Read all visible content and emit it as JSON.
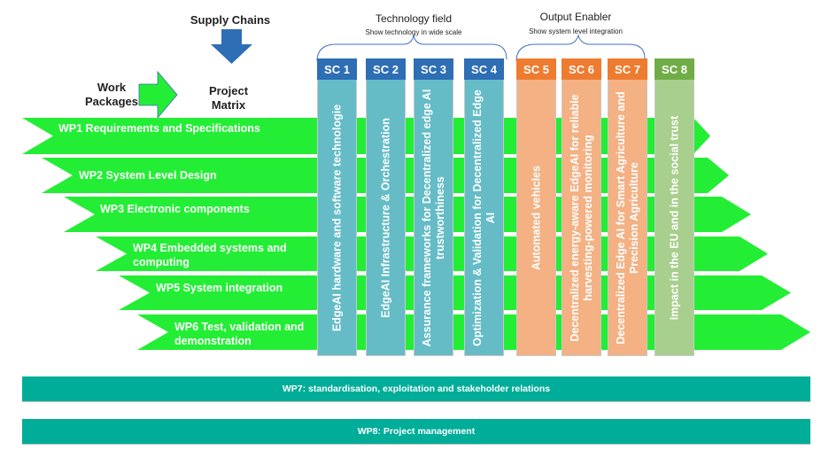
{
  "colors": {
    "wp_arrow": "#23ee35",
    "supply_arrow": "#2e6eb5",
    "tech_header": "#2e6eb5",
    "tech_body": "#65bcc7",
    "output_header": "#ee7c30",
    "output_body": "#f3b184",
    "impact_header": "#70ad47",
    "impact_body": "#a8cf8d",
    "bottom_bar": "#00ad99",
    "bracket": "#4472c4"
  },
  "labels": {
    "supply_chains": "Supply Chains",
    "work_packages": "Work\nPackages",
    "project_matrix": "Project\nMatrix"
  },
  "groups": {
    "technology": {
      "title": "Technology field",
      "subtitle": "Show technology in wide scale"
    },
    "output": {
      "title": "Output Enabler",
      "subtitle": "Show system level integration"
    }
  },
  "work_packages": [
    {
      "id": "WP1",
      "label": "WP1 Requirements and Specifications"
    },
    {
      "id": "WP2",
      "label": "WP2 System Level Design"
    },
    {
      "id": "WP3",
      "label": "WP3 Electronic components"
    },
    {
      "id": "WP4",
      "label": "WP4 Embedded systems and computing"
    },
    {
      "id": "WP5",
      "label": "WP5 System integration"
    },
    {
      "id": "WP6",
      "label": "WP6 Test, validation and demonstration"
    }
  ],
  "supply_chains": [
    {
      "id": "SC 1",
      "group": "technology",
      "label": "EdgeAI hardware and software technologie"
    },
    {
      "id": "SC 2",
      "group": "technology",
      "label": "EdgeAI Infrastructure & Orchestration"
    },
    {
      "id": "SC 3",
      "group": "technology",
      "label": "Assurance frameworks for Decentralized edge AI trustworthiness"
    },
    {
      "id": "SC 4",
      "group": "technology",
      "label": "Optimization & Validation for Decentralized Edge AI"
    },
    {
      "id": "SC 5",
      "group": "output",
      "label": "Automated vehicles"
    },
    {
      "id": "SC 6",
      "group": "output",
      "label": "Decentralized energy-aware EdgeAI for reliable harvesting-powered monitoring"
    },
    {
      "id": "SC 7",
      "group": "output",
      "label": "Decentralized Edge AI for  Smart Agriculture and Precision Agriculture"
    },
    {
      "id": "SC 8",
      "group": "impact",
      "label": "Impact in the EU and in the social trust"
    }
  ],
  "bottom_bars": [
    {
      "id": "WP7",
      "label": "WP7: standardisation, exploitation and stakeholder relations"
    },
    {
      "id": "WP8",
      "label": "WP8: Project management"
    }
  ]
}
